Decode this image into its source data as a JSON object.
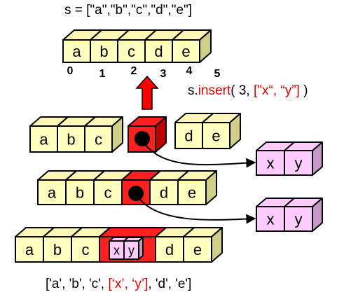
{
  "title": "s = [\"a\",\"b\",\"c\",\"d\",\"e\"]",
  "index_labels": [
    "0",
    "1",
    "2",
    "3",
    "4",
    "5"
  ],
  "insert_call": {
    "prefix": "s.",
    "method": "insert",
    "args_open": "( 3, ",
    "list_arg": "[\"x“, “y”]",
    "args_close": " )"
  },
  "rows": {
    "original": [
      "a",
      "b",
      "c",
      "d",
      "e"
    ],
    "split_left": [
      "a",
      "b",
      "c"
    ],
    "split_right": [
      "d",
      "e"
    ],
    "pointer_row": [
      "a",
      "b",
      "c",
      "",
      "d",
      "e"
    ],
    "inserted_items": [
      "x",
      "y"
    ],
    "final": [
      "a",
      "b",
      "c",
      "x",
      "y",
      "d",
      "e"
    ]
  },
  "result": {
    "prefix": "['a', 'b', 'c', ",
    "highlight": "[‘x’, ‘y’]",
    "suffix": ", 'd', 'e']"
  },
  "colors": {
    "cell_fill": "#ffffc0",
    "cell_top": "#fff7b8",
    "cell_side": "#cfcf88",
    "pink_fill": "#ffccff",
    "pink_side": "#c599c5",
    "highlight_red": "#ff2020",
    "arrow_red": "#ff0000",
    "text_red": "#e00000"
  }
}
